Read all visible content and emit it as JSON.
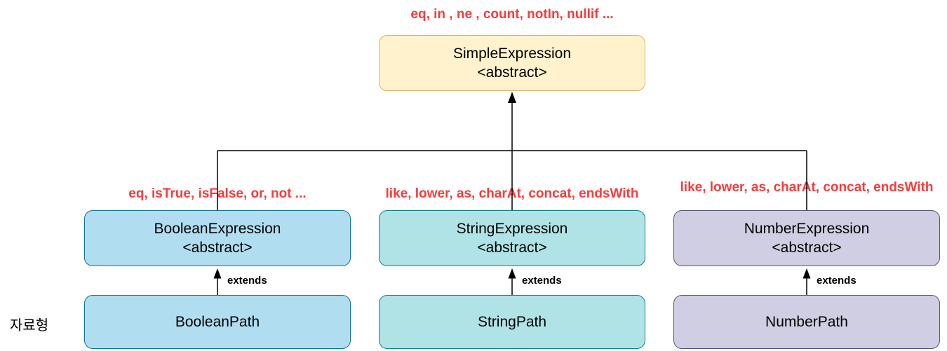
{
  "diagram": {
    "root": {
      "methods_label": "eq, in , ne , count, notIn, nullif ...",
      "title": "SimpleExpression",
      "stereotype": "<abstract>",
      "fill": "#FFF2CC",
      "border": "#D6B656"
    },
    "columns": [
      {
        "id": "boolean",
        "methods_label": "eq, isTrue, isFalse, or, not ...",
        "expression_title": "BooleanExpression",
        "expression_stereotype": "<abstract>",
        "path_title": "BooleanPath",
        "fill": "#B1DDF0",
        "border": "#10739E"
      },
      {
        "id": "string",
        "methods_label": "like, lower, as, charAt, concat, endsWith",
        "expression_title": "StringExpression",
        "expression_stereotype": "<abstract>",
        "path_title": "StringPath",
        "fill": "#B0E3E6",
        "border": "#0E8088"
      },
      {
        "id": "number",
        "methods_label": "like, lower, as, charAt, concat, endsWith",
        "expression_title": "NumberExpression",
        "expression_stereotype": "<abstract>",
        "path_title": "NumberPath",
        "fill": "#D0CEE2",
        "border": "#56517E"
      }
    ],
    "edge_label": "extends",
    "row_caption": "자료형",
    "colors": {
      "methods_text": "#FA3B3B",
      "line": "#000000"
    }
  }
}
